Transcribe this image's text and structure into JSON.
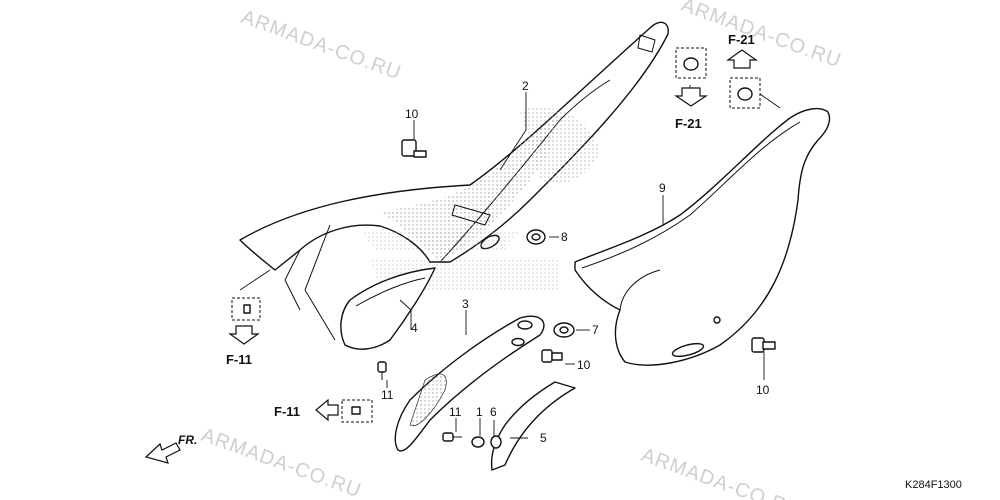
{
  "watermark": "ARMADA-CO.RU",
  "diagram_code": "K284F1300",
  "front_label": "FR.",
  "refs": {
    "f21": "F-21",
    "f11": "F-11"
  },
  "callouts": {
    "c1": "1",
    "c2": "2",
    "c3": "3",
    "c4": "4",
    "c5": "5",
    "c6": "6",
    "c7": "7",
    "c8": "8",
    "c9": "9",
    "c10": "10",
    "c11": "11"
  }
}
